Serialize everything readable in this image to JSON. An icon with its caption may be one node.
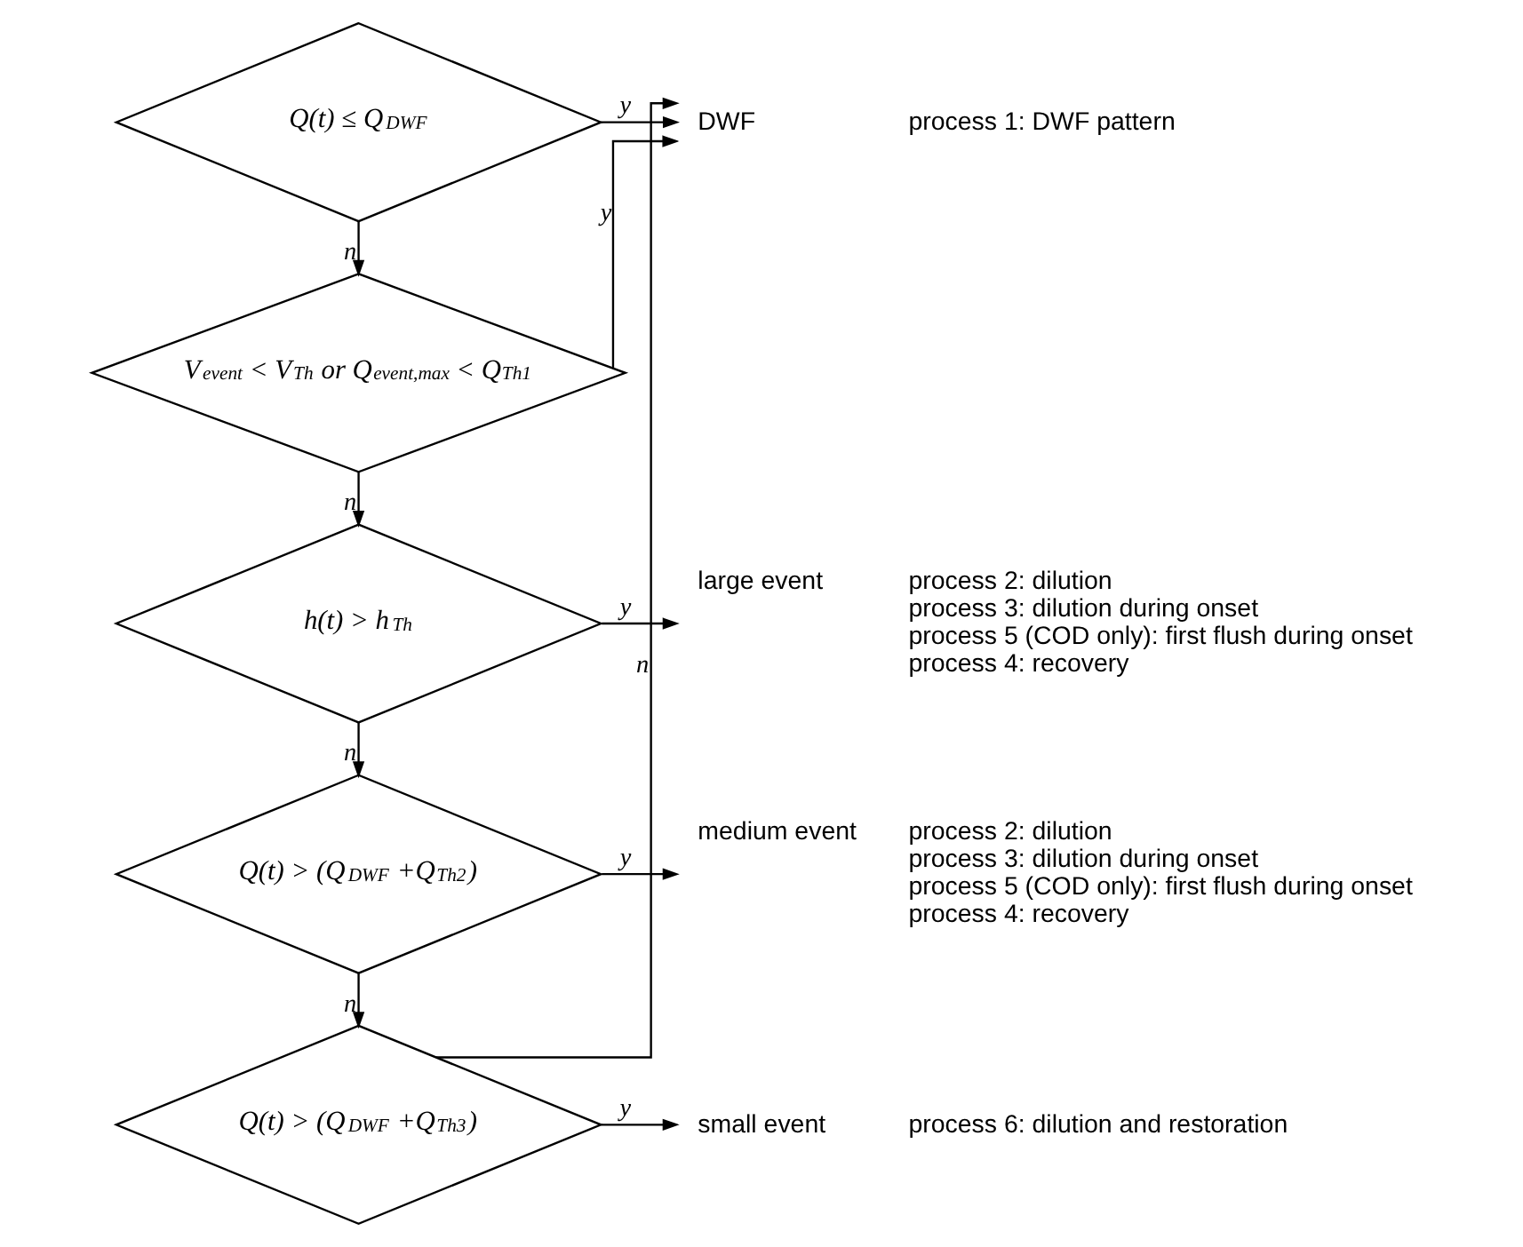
{
  "diagram": {
    "nodes": [
      {
        "text": [
          "Q(t) ≤ Q$_{DWF}$"
        ]
      },
      {
        "text": [
          "V$_{event}$ < V$_{Th}$ or Q$_{event,max}$ < Q$_{Th1}$"
        ]
      },
      {
        "text": [
          "h(t) > h$_{Th}$"
        ]
      },
      {
        "text": [
          "Q(t) > (Q$_{DWF}$ +Q$_{Th2}$)"
        ]
      },
      {
        "text": [
          "Q(t) > (Q$_{DWF}$ +Q$_{Th3}$)"
        ]
      },
      {
        "text": [
          "DWF"
        ],
        "beside": [
          "process 1: DWF pattern"
        ]
      },
      {
        "text": [
          "large event"
        ],
        "beside": [
          "process 2: dilution",
          "process 3: dilution during onset",
          "process 5 (COD only): first flush during onset",
          "process 4: recovery"
        ]
      },
      {
        "text": [
          "medium event"
        ],
        "beside": [
          "process 2: dilution",
          "process 3: dilution during onset",
          "process 5 (COD only): first flush during onset",
          "process 4: recovery"
        ]
      },
      {
        "text": [
          "small event"
        ],
        "beside": [
          "process 6: dilution and restoration"
        ]
      }
    ],
    "edges": [
      {
        "from": 0,
        "to": 5,
        "arrow": "to",
        "label": "y"
      },
      {
        "from": 0,
        "to": 1,
        "arrow": "to",
        "label": "n"
      },
      {
        "from": 1,
        "to": 5,
        "arrow": "to",
        "label": "y"
      },
      {
        "from": 1,
        "to": 2,
        "arrow": "to",
        "label": "n"
      },
      {
        "from": 2,
        "to": 6,
        "arrow": "to",
        "label": "y"
      },
      {
        "from": 2,
        "to": 3,
        "arrow": "to",
        "label": "n"
      },
      {
        "from": 3,
        "to": 7,
        "arrow": "to",
        "label": "y"
      },
      {
        "from": 3,
        "to": 4,
        "arrow": "to",
        "label": "n"
      },
      {
        "from": 4,
        "to": 8,
        "arrow": "to",
        "label": "y"
      },
      {
        "from": 4,
        "to": 5,
        "arrow": "to",
        "label": "n"
      }
    ]
  }
}
